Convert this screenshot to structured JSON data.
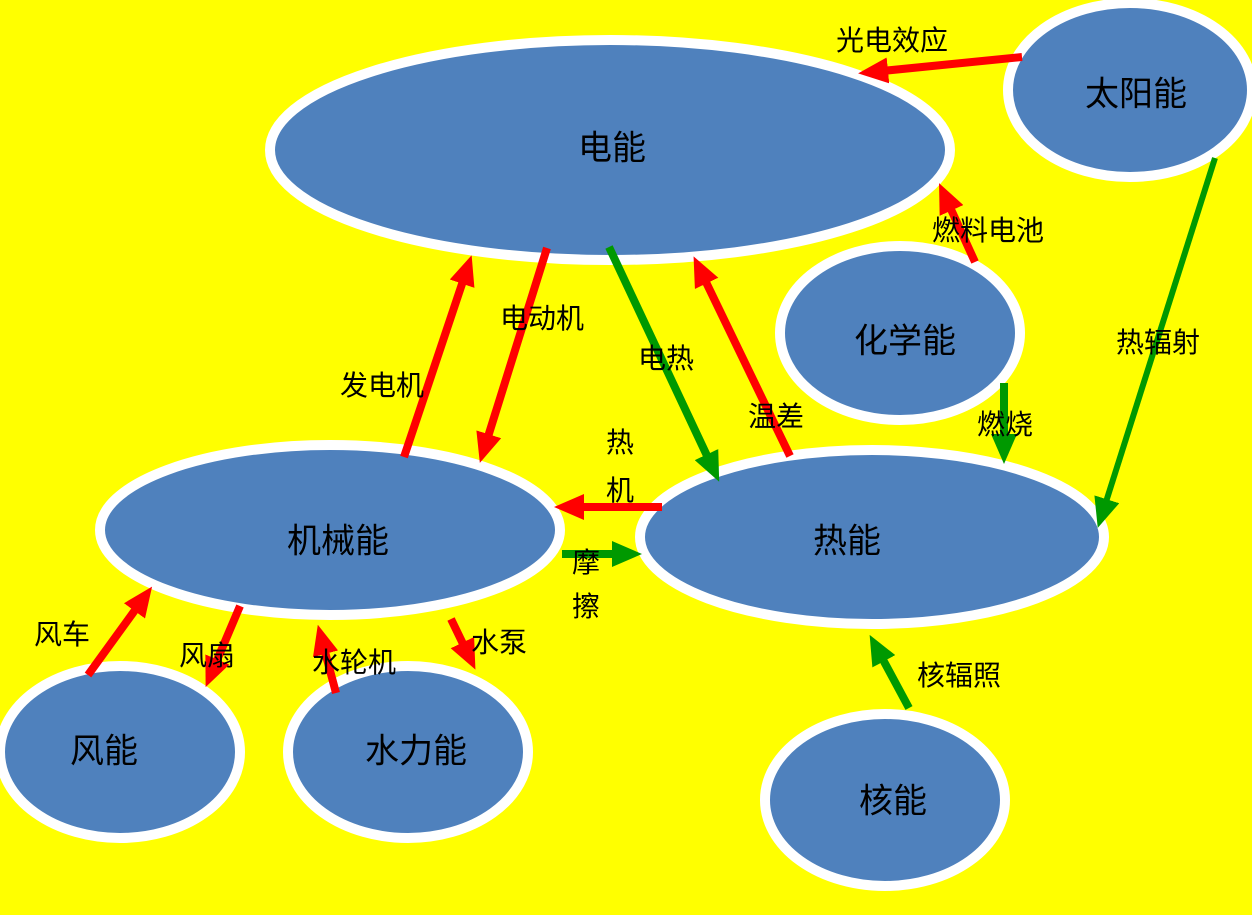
{
  "colors": {
    "background": "#ffff00",
    "node_fill": "#4f81bd",
    "node_stroke": "#ffffff",
    "red_arrow": "#ff0000",
    "green_arrow": "#009900"
  },
  "nodes": {
    "electric": "电能",
    "solar": "太阳能",
    "chemical": "化学能",
    "mechanical": "机械能",
    "thermal": "热能",
    "wind": "风能",
    "hydro": "水力能",
    "nuclear": "核能"
  },
  "edges": {
    "photoelectric": "光电效应",
    "fuel_cell": "燃料电池",
    "solar_radiation": "热辐射",
    "motor": "电动机",
    "generator": "发电机",
    "electric_heating": "电热",
    "temperature_difference": "温差",
    "combustion": "燃烧",
    "heat_engine_1": "热",
    "heat_engine_2": "机",
    "friction_1": "摩",
    "friction_2": "擦",
    "windmill": "风车",
    "fan": "风扇",
    "water_turbine": "水轮机",
    "water_pump": "水泵",
    "nuclear_radiation": "核辐照"
  }
}
